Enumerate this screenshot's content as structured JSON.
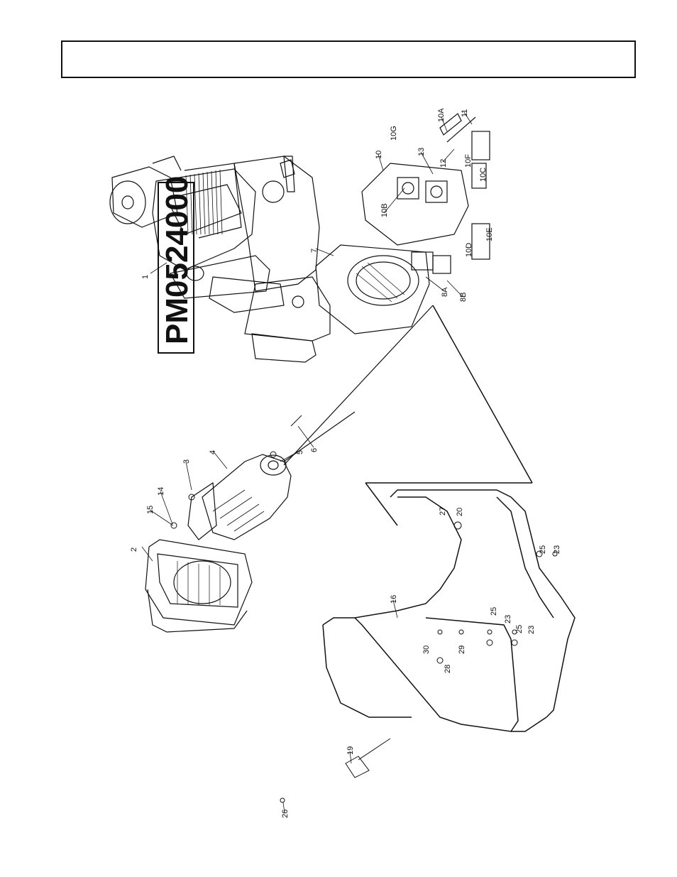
{
  "header": {
    "title": ""
  },
  "model_number": "PM0524000",
  "callouts": [
    {
      "id": "c1",
      "label": "1"
    },
    {
      "id": "c2",
      "label": "2"
    },
    {
      "id": "c3",
      "label": "3"
    },
    {
      "id": "c4",
      "label": "4"
    },
    {
      "id": "c5",
      "label": "5"
    },
    {
      "id": "c6",
      "label": "6"
    },
    {
      "id": "c7",
      "label": "7"
    },
    {
      "id": "c8A",
      "label": "8A"
    },
    {
      "id": "c8B",
      "label": "8B"
    },
    {
      "id": "c10",
      "label": "10"
    },
    {
      "id": "c10A",
      "label": "10A"
    },
    {
      "id": "c10B",
      "label": "10B"
    },
    {
      "id": "c10C",
      "label": "10C"
    },
    {
      "id": "c10D",
      "label": "10D"
    },
    {
      "id": "c10E",
      "label": "10E"
    },
    {
      "id": "c10F",
      "label": "10F"
    },
    {
      "id": "c10G",
      "label": "10G"
    },
    {
      "id": "c11",
      "label": "11"
    },
    {
      "id": "c12",
      "label": "12"
    },
    {
      "id": "c13",
      "label": "13"
    },
    {
      "id": "c14",
      "label": "14"
    },
    {
      "id": "c15",
      "label": "15"
    },
    {
      "id": "c16",
      "label": "16"
    },
    {
      "id": "c19",
      "label": "19"
    },
    {
      "id": "c20",
      "label": "20"
    },
    {
      "id": "c23a",
      "label": "23"
    },
    {
      "id": "c23b",
      "label": "23"
    },
    {
      "id": "c23c",
      "label": "23"
    },
    {
      "id": "c25a",
      "label": "25"
    },
    {
      "id": "c25b",
      "label": "25"
    },
    {
      "id": "c25c",
      "label": "25"
    },
    {
      "id": "c26",
      "label": "26"
    },
    {
      "id": "c27",
      "label": "27"
    },
    {
      "id": "c28",
      "label": "28"
    },
    {
      "id": "c29",
      "label": "29"
    },
    {
      "id": "c30",
      "label": "30"
    }
  ]
}
